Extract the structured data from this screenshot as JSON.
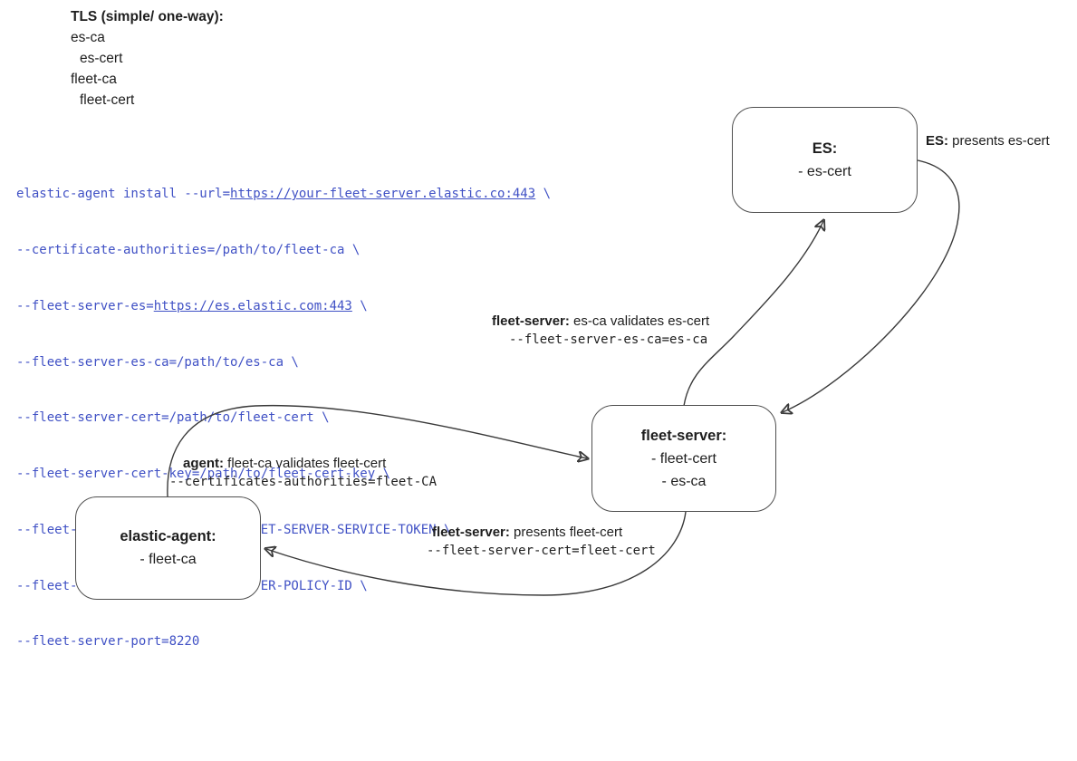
{
  "legend": {
    "title": "TLS (simple/ one-way):",
    "items": [
      "es-ca",
      "es-cert",
      "fleet-ca",
      "fleet-cert"
    ]
  },
  "code": {
    "l1a": "elastic-agent install --url=",
    "l1b": "https://your-fleet-server.elastic.co:443",
    "l1c": " \\",
    "l2": "--certificate-authorities=/path/to/fleet-ca \\",
    "l3a": "--fleet-server-es=",
    "l3b": "https://es.elastic.com:443",
    "l3c": " \\",
    "l4": "--fleet-server-es-ca=/path/to/es-ca \\",
    "l5": "--fleet-server-cert=/path/to/fleet-cert \\",
    "l6": "--fleet-server-cert-key=/path/to/fleet-cert-key \\",
    "l7": "--fleet-server-service-token=FLEET-SERVER-SERVICE-TOKEN \\",
    "l8": "--fleet-server-policy=FLEET-SERVER-POLICY-ID \\",
    "l9": "--fleet-server-port=8220"
  },
  "nodes": {
    "es": {
      "title": "ES:",
      "lines": [
        "- es-cert"
      ]
    },
    "fleet_server": {
      "title": "fleet-server:",
      "lines": [
        "- fleet-cert",
        "- es-ca"
      ]
    },
    "elastic_agent": {
      "title": "elastic-agent:",
      "lines": [
        "- fleet-ca"
      ]
    }
  },
  "labels": {
    "es_presents": {
      "bold": "ES:",
      "text": " presents es-cert"
    },
    "fs_validates": {
      "bold": "fleet-server:",
      "text": " es-ca validates es-cert",
      "code": "--fleet-server-es-ca=es-ca"
    },
    "agent_validates": {
      "bold": "agent:",
      "text": " fleet-ca validates fleet-cert",
      "code": "--certificates-authorities=fleet-CA"
    },
    "fs_presents": {
      "bold": "fleet-server:",
      "text": " presents fleet-cert",
      "code": "--fleet-server-cert=fleet-cert"
    }
  },
  "colors": {
    "code_blue": "#4051c5",
    "edge_stroke": "#3a3a3a",
    "node_border": "#4f4f4f",
    "text": "#1e1e1e",
    "background": "#ffffff"
  }
}
